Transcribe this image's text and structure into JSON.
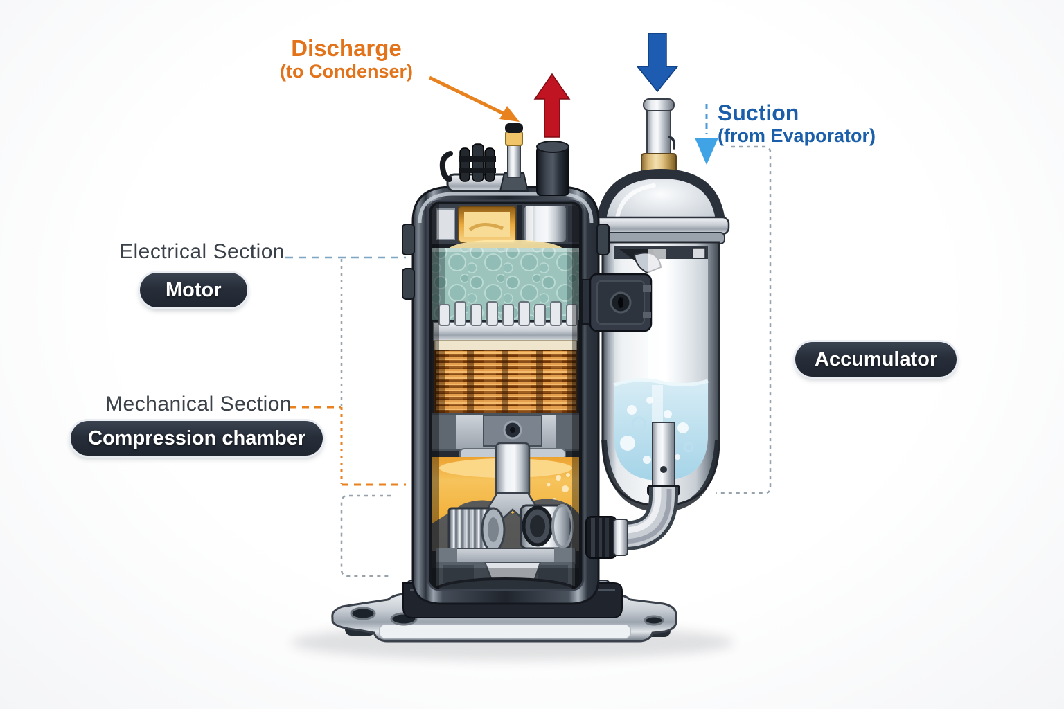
{
  "diagram": {
    "flows": {
      "discharge": {
        "title": "Discharge",
        "subtitle": "(to Condenser)",
        "color": "#e2731a"
      },
      "suction": {
        "title": "Suction",
        "subtitle": "(from Evaporator)",
        "color": "#1b5ea9"
      }
    },
    "sections": {
      "electrical": {
        "label": "Electrical Section",
        "badge": "Motor"
      },
      "mechanical": {
        "label": "Mechanical Section",
        "badge": "Compression chamber"
      }
    },
    "components": {
      "accumulator_badge": "Accumulator"
    },
    "colors": {
      "discharge_label_orange": "#e2731a",
      "suction_label_blue": "#1b5ea9",
      "discharge_arrow_red": "#c01422",
      "suction_arrow_blue": "#1e5cb2",
      "suction_entry_arrow_lightblue": "#3fa3e6",
      "leader_orange": "#e8821f",
      "leader_blue_gray": "#7fa6c2",
      "leader_gray": "#98a2ac",
      "badge_background": "#272e3a",
      "badge_text": "#ffffff",
      "section_label_text": "#3b4149"
    },
    "icons": {
      "discharge_flow_arrow": "red-up-arrow",
      "suction_flow_arrow": "blue-down-arrow",
      "suction_entry_arrow": "lightblue-down-triangle",
      "discharge_leader_arrow": "orange-diagonal-arrow"
    }
  }
}
